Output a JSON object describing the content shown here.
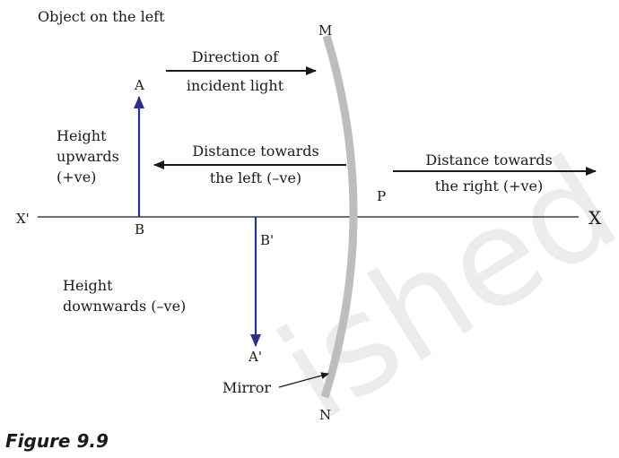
{
  "labels": {
    "object_left": "Object on the left",
    "direction_line1": "Direction of",
    "direction_line2": "incident light",
    "height_up_line1": "Height",
    "height_up_line2": "upwards",
    "height_up_line3": "(+ve)",
    "dist_left_line1": "Distance towards",
    "dist_left_line2": "the left (–ve)",
    "dist_right_line1": "Distance towards",
    "dist_right_line2": "the right (+ve)",
    "height_down_line1": "Height",
    "height_down_line2": "downwards (–ve)",
    "mirror": "Mirror",
    "figure": "Figure 9.9"
  },
  "points": {
    "A": "A",
    "B": "B",
    "A_prime": "A'",
    "B_prime": "B'",
    "M": "M",
    "N": "N",
    "P": "P",
    "X": "X",
    "X_prime": "X'"
  },
  "watermark": "ished",
  "colors": {
    "object_arrow": "#2b2f8f",
    "mirror": "#bdbdbd",
    "line": "#1a1a1a",
    "watermark": "#ececec"
  }
}
